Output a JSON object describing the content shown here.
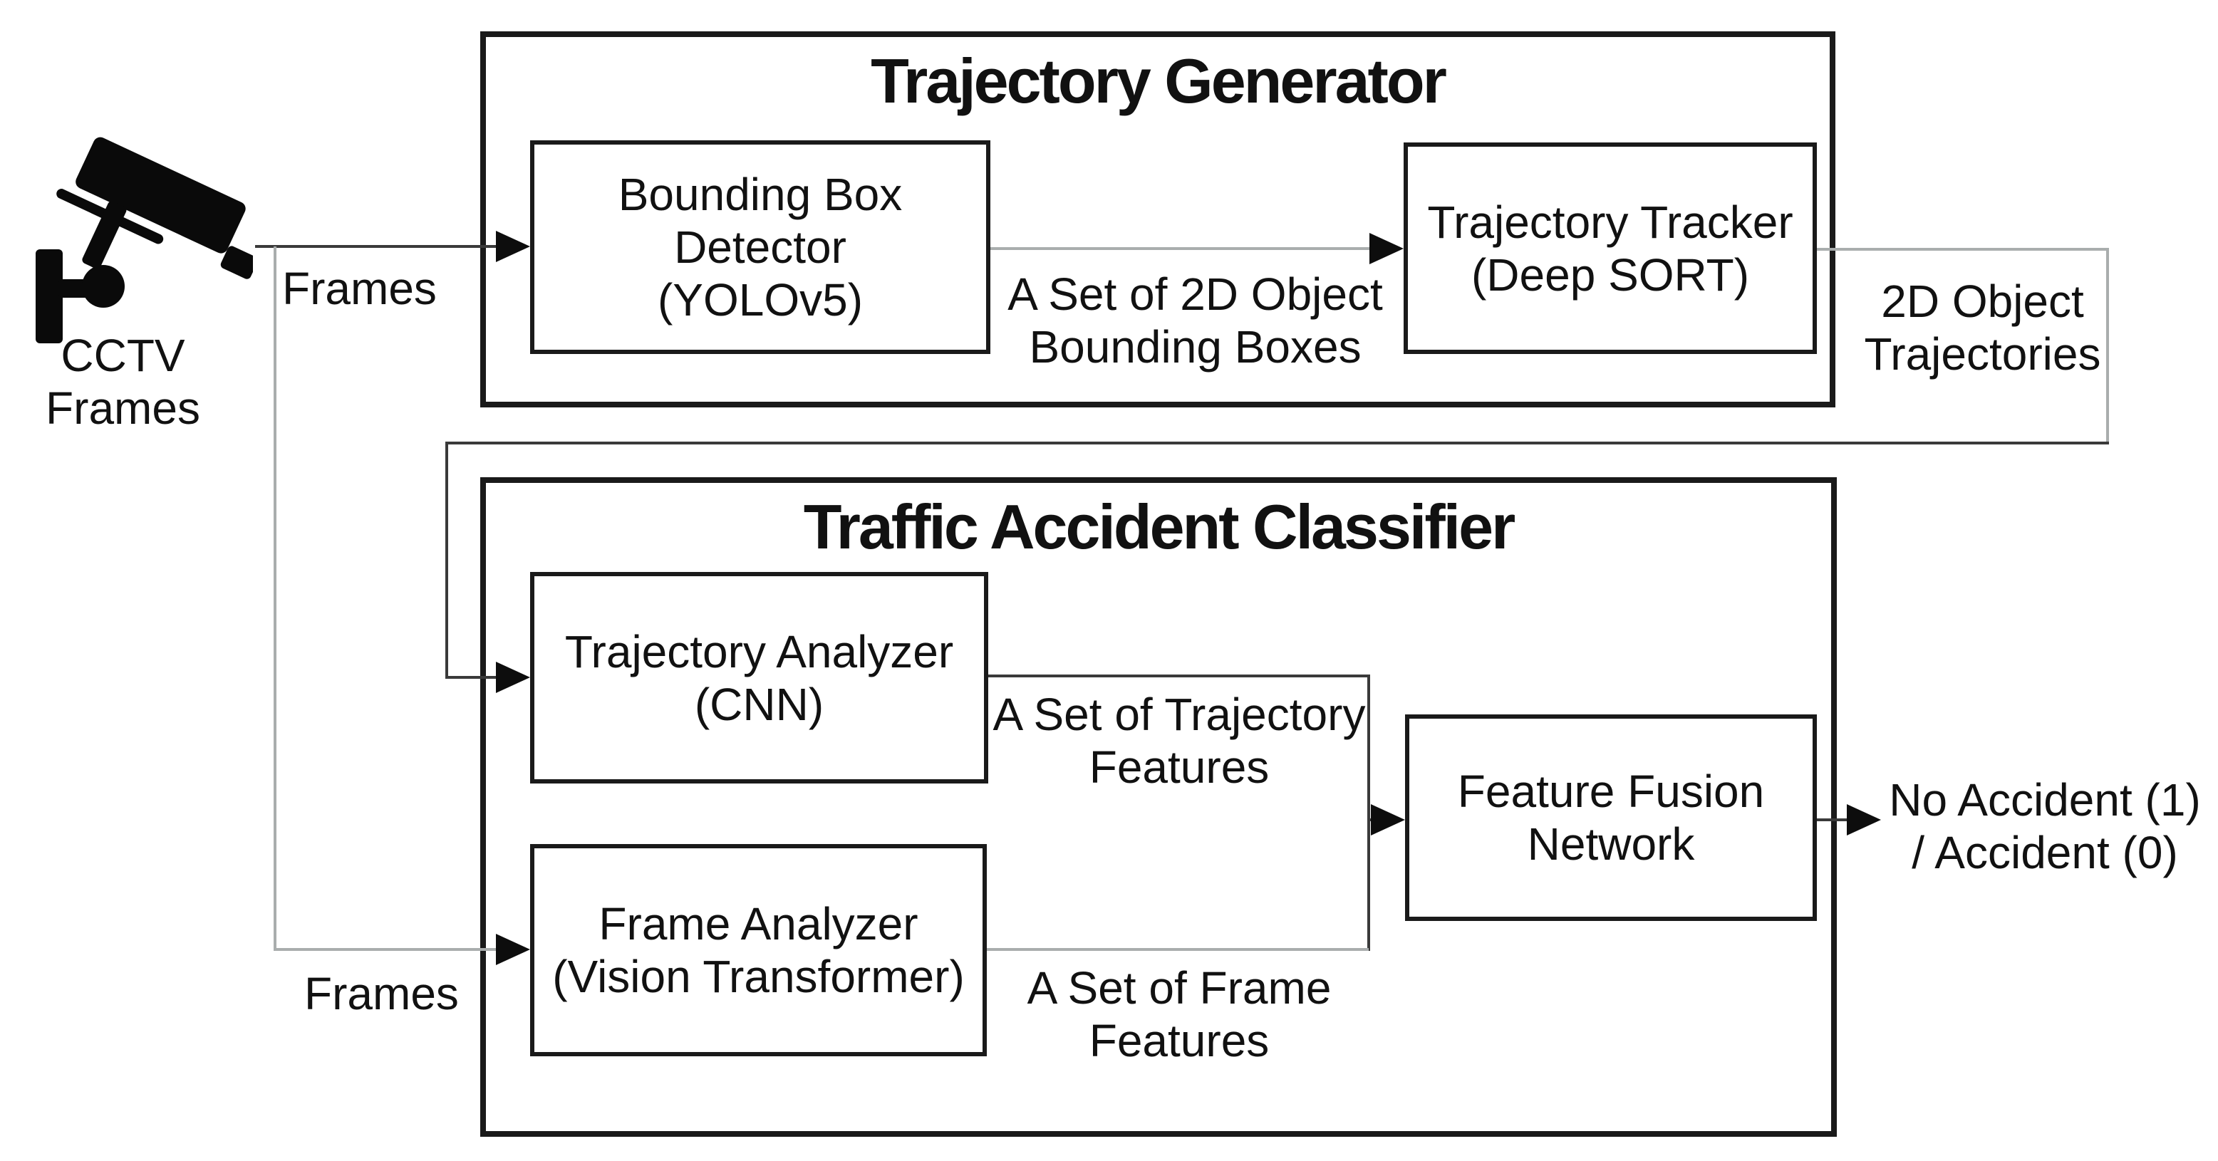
{
  "diagram": {
    "source": {
      "icon": "cctv-camera-icon",
      "label_line1": "CCTV",
      "label_line2": "Frames"
    },
    "groups": {
      "trajectory_generator": {
        "title": "Trajectory Generator"
      },
      "traffic_accident_classifier": {
        "title": "Traffic Accident Classifier"
      }
    },
    "boxes": {
      "bounding_box_detector": {
        "lines": [
          "Bounding Box",
          "Detector",
          "(YOLOv5)"
        ]
      },
      "trajectory_tracker": {
        "lines": [
          "Trajectory Tracker",
          "(Deep SORT)"
        ]
      },
      "trajectory_analyzer": {
        "lines": [
          "Trajectory Analyzer",
          "(CNN)"
        ]
      },
      "frame_analyzer": {
        "lines": [
          "Frame Analyzer",
          "(Vision Transformer)"
        ]
      },
      "feature_fusion_network": {
        "lines": [
          "Feature Fusion",
          "Network"
        ]
      }
    },
    "edge_labels": {
      "frames_top": "Frames",
      "frames_bottom": "Frames",
      "bounding_boxes_line1": "A Set of 2D Object",
      "bounding_boxes_line2": "Bounding Boxes",
      "trajectories_line1": "2D Object",
      "trajectories_line2": "Trajectories",
      "trajectory_features_line1": "A Set of Trajectory",
      "trajectory_features_line2": "Features",
      "frame_features_line1": "A Set of Frame",
      "frame_features_line2": "Features",
      "output_line1": "No Accident (1)",
      "output_line2": "/ Accident (0)"
    },
    "colors": {
      "line_gray": "#a9adad",
      "line_dark": "#3a3a3a",
      "box_border": "#1a1a1a",
      "arrow": "#0d0d0d"
    }
  }
}
